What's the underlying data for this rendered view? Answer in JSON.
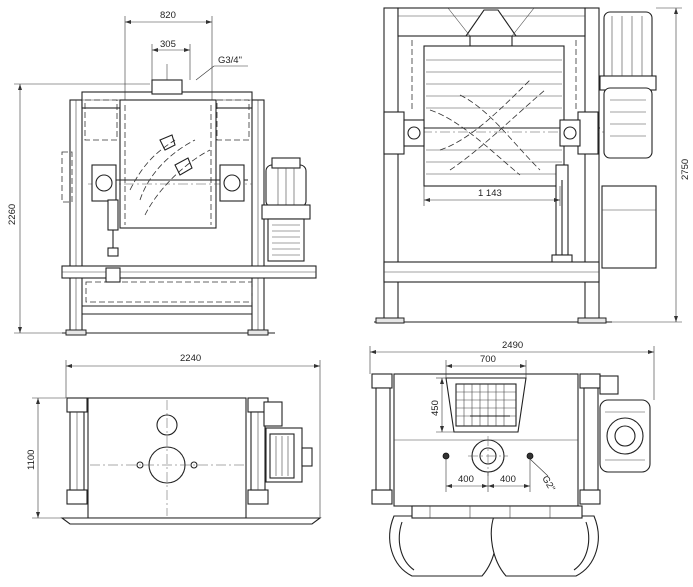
{
  "views": {
    "front": {
      "dims": {
        "width_overall": "820",
        "inlet_offset": "305",
        "thread": "G3/4\"",
        "height_overall": "2260"
      }
    },
    "side": {
      "dims": {
        "drum_length": "1 143",
        "height_overall": "2750"
      }
    },
    "top_left": {
      "dims": {
        "length": "2240",
        "width": "1100"
      }
    },
    "top_right": {
      "dims": {
        "length": "2490",
        "opening_width": "700",
        "opening_depth": "450",
        "spacing_left": "400",
        "spacing_right": "400",
        "port_thread": "G2\""
      }
    }
  }
}
